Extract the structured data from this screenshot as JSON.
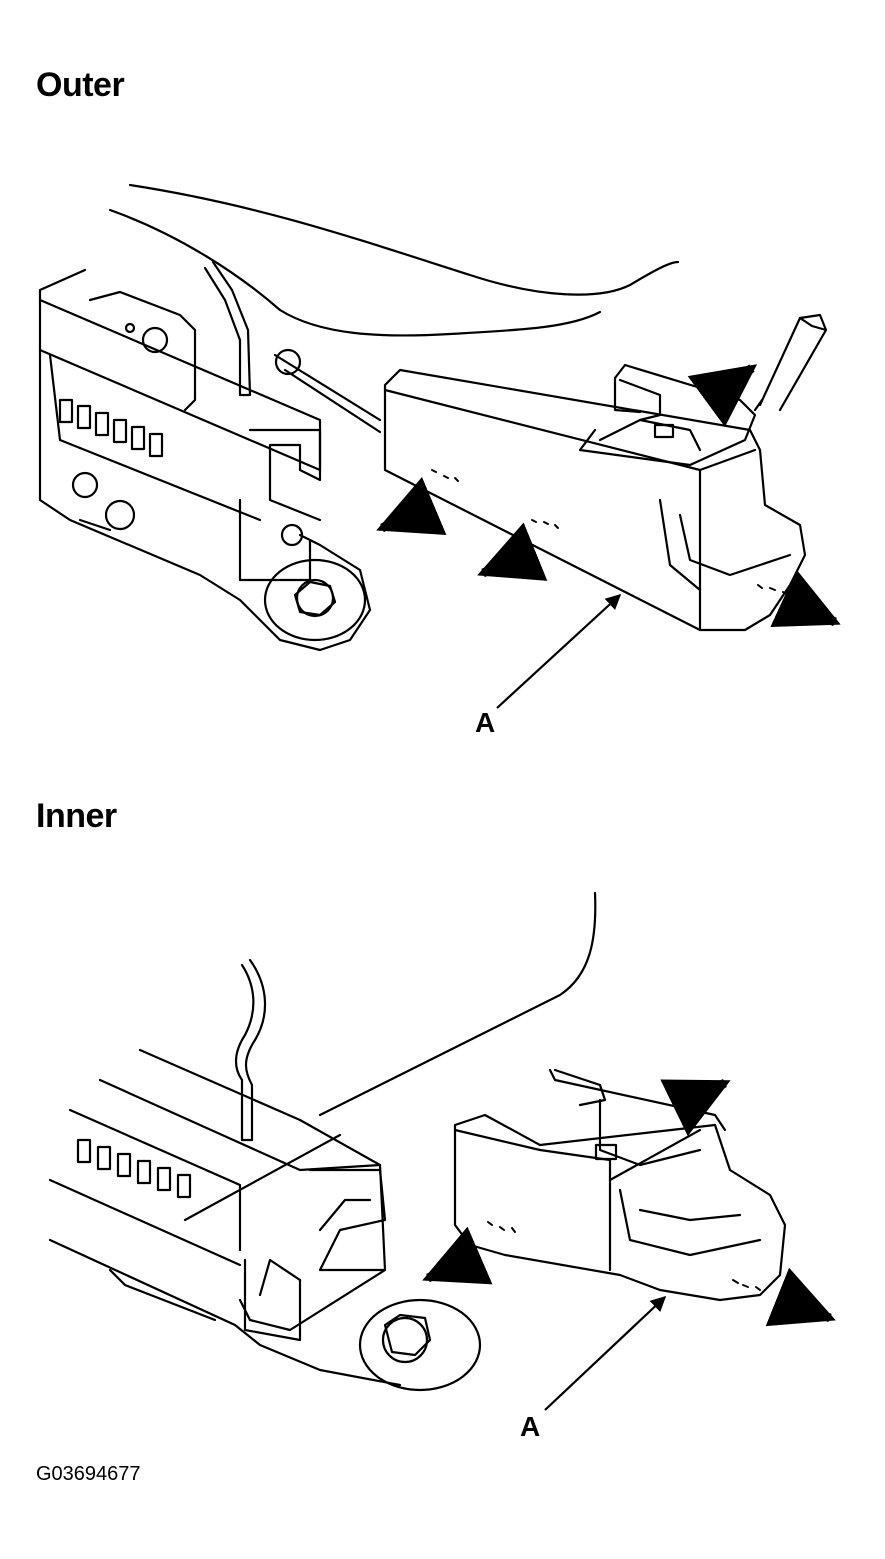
{
  "sections": {
    "outer": {
      "title": "Outer",
      "callout": "A"
    },
    "inner": {
      "title": "Inner",
      "callout": "A"
    }
  },
  "figure_id": "G03694677",
  "colors": {
    "line": "#000000",
    "background": "#ffffff"
  }
}
